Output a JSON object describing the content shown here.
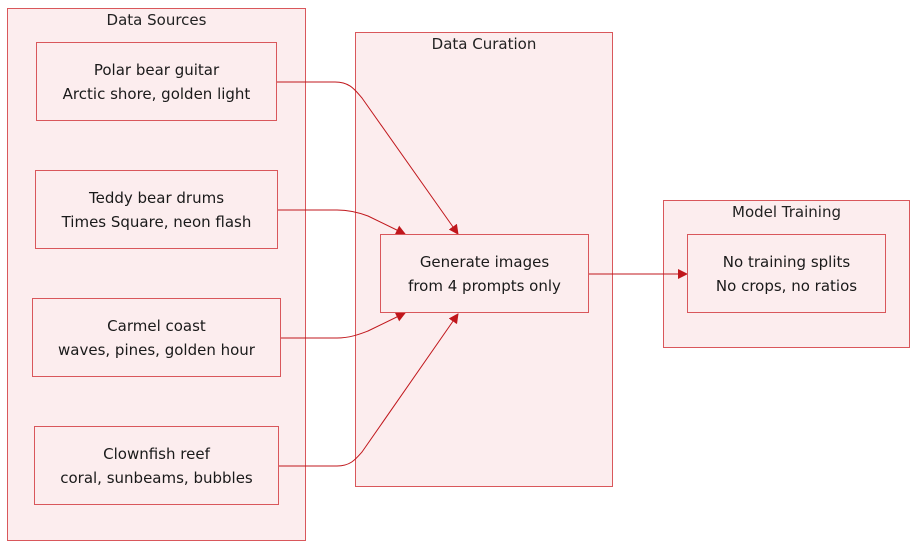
{
  "colors": {
    "cluster_fill": "#fcedee",
    "border": "#d9575b",
    "edge": "#c0171c",
    "text": "#1a1a1a"
  },
  "clusters": {
    "sources": {
      "title": "Data Sources"
    },
    "curation": {
      "title": "Data Curation"
    },
    "training": {
      "title": "Model Training"
    }
  },
  "nodes": {
    "polar": {
      "line1": "Polar bear guitar",
      "line2": "Arctic shore, golden light"
    },
    "teddy": {
      "line1": "Teddy bear drums",
      "line2": "Times Square, neon flash"
    },
    "carmel": {
      "line1": "Carmel coast",
      "line2": "waves, pines, golden hour"
    },
    "clown": {
      "line1": "Clownfish reef",
      "line2": "coral, sunbeams, bubbles"
    },
    "generate": {
      "line1": "Generate images",
      "line2": "from 4 prompts only"
    },
    "training": {
      "line1": "No training splits",
      "line2": "No crops, no ratios"
    }
  },
  "edges": [
    {
      "from": "polar",
      "to": "generate"
    },
    {
      "from": "teddy",
      "to": "generate"
    },
    {
      "from": "carmel",
      "to": "generate"
    },
    {
      "from": "clown",
      "to": "generate"
    },
    {
      "from": "generate",
      "to": "training"
    }
  ]
}
